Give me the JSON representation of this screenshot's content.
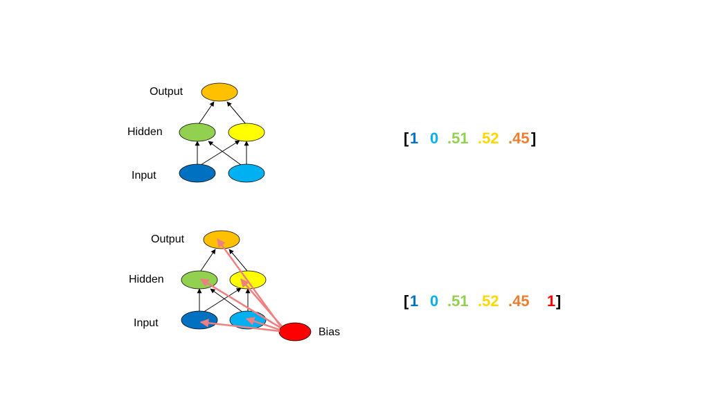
{
  "colors": {
    "output": "#ffc000",
    "hidden_1": "#92d050",
    "hidden_2": "#ffff00",
    "input_1": "#0070c0",
    "input_2": "#00b0f0",
    "bias": "#ff0000",
    "val_3": "#92d050",
    "val_4": "#ffd700",
    "val_5": "#ed7d31",
    "bias_edge": "#f08080",
    "bracket": "#000000"
  },
  "top_network": {
    "labels": {
      "output": "Output",
      "hidden": "Hidden",
      "input": "Input"
    }
  },
  "bottom_network": {
    "labels": {
      "output": "Output",
      "hidden": "Hidden",
      "input": "Input",
      "bias": "Bias"
    }
  },
  "top_vector": {
    "open": "[",
    "values": [
      "1",
      "0",
      ".51",
      ".52",
      ".45"
    ],
    "close": "]"
  },
  "bottom_vector": {
    "open": "[",
    "values": [
      "1",
      "0",
      ".51",
      ".52",
      ".45",
      "1"
    ],
    "close": "]"
  }
}
